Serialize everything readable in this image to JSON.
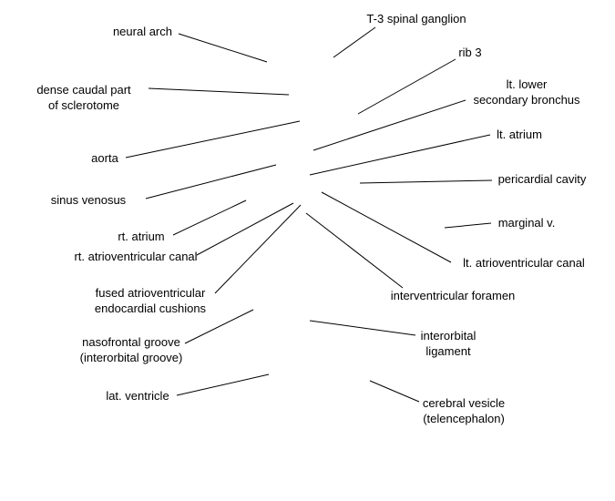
{
  "labels": [
    {
      "id": "neural-arch",
      "lines": [
        "neural arch"
      ]
    },
    {
      "id": "t3-spinal-ganglion",
      "lines": [
        "T-3 spinal ganglion"
      ]
    },
    {
      "id": "rib-3",
      "lines": [
        "rib 3"
      ]
    },
    {
      "id": "dense-caudal-part-of-sclerotome",
      "lines": [
        "dense caudal part",
        "of sclerotome"
      ]
    },
    {
      "id": "lt-lower-secondary-bronchus",
      "lines": [
        "lt. lower",
        "secondary bronchus"
      ]
    },
    {
      "id": "lt-atrium",
      "lines": [
        "lt. atrium"
      ]
    },
    {
      "id": "aorta",
      "lines": [
        "aorta"
      ]
    },
    {
      "id": "pericardial-cavity",
      "lines": [
        "pericardial cavity"
      ]
    },
    {
      "id": "sinus-venosus",
      "lines": [
        "sinus venosus"
      ]
    },
    {
      "id": "marginal-v",
      "lines": [
        "marginal v."
      ]
    },
    {
      "id": "rt-atrium",
      "lines": [
        "rt. atrium"
      ]
    },
    {
      "id": "rt-atrioventricular-canal",
      "lines": [
        "rt. atrioventricular canal"
      ]
    },
    {
      "id": "lt-atrioventricular-canal",
      "lines": [
        "lt. atrioventricular canal"
      ]
    },
    {
      "id": "fused-atrioventricular-endocardial-cushions",
      "lines": [
        "fused atrioventricular",
        "endocardial cushions"
      ]
    },
    {
      "id": "interventricular-foramen",
      "lines": [
        "interventricular foramen"
      ]
    },
    {
      "id": "nasofrontal-groove",
      "lines": [
        "nasofrontal groove",
        "(interorbital groove)"
      ]
    },
    {
      "id": "interorbital-ligament",
      "lines": [
        "interorbital",
        "ligament"
      ]
    },
    {
      "id": "lat-ventricle",
      "lines": [
        "lat. ventricle"
      ]
    },
    {
      "id": "cerebral-vesicle",
      "lines": [
        "cerebral vesicle",
        "(telencephalon)"
      ]
    }
  ]
}
